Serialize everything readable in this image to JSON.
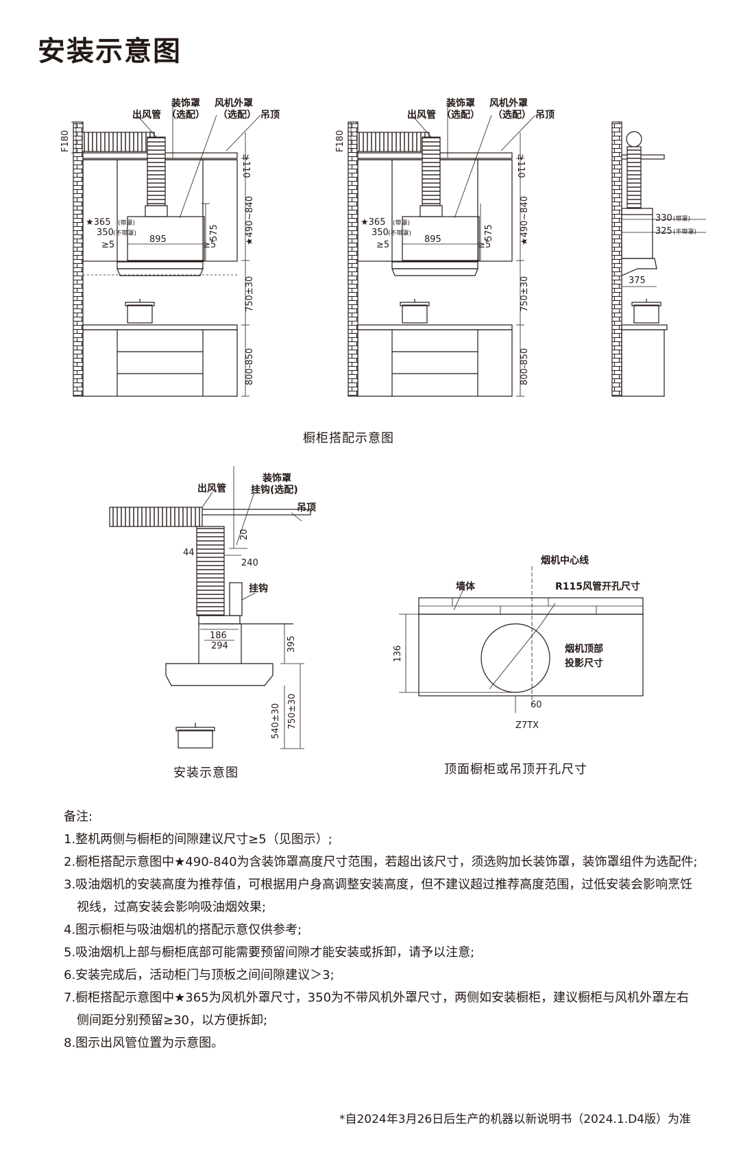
{
  "page": {
    "title": "安装示意图"
  },
  "diagram1": {
    "labels": {
      "duct": "出风管",
      "cover_line1": "装饰罩",
      "cover_line2": "（选配）",
      "fan_line1": "风机外罩",
      "fan_line2": "（选配）",
      "ceiling": "吊顶"
    },
    "dims": {
      "f180": "F180",
      "ge110": "≥110",
      "range": "★490~840",
      "d575": "575",
      "d365": "★365",
      "with_cover": "(带罩)",
      "d350": "350",
      "without_cover": "(不带罩)",
      "d895": "895",
      "gap_left": "≥5",
      "gap_right": "≥5",
      "install": "750±30",
      "counter": "800-850"
    },
    "side": {
      "d330": "330",
      "with_cover": "(带罩)",
      "d325": "325",
      "without_cover": "(不带罩)",
      "d375": "375"
    },
    "caption": "橱柜搭配示意图"
  },
  "diagram2": {
    "labels": {
      "duct": "出风管",
      "cover_line1": "装饰罩",
      "cover_line2": "挂钩(选配)",
      "ceiling": "吊顶",
      "hook": "挂钩"
    },
    "dims": {
      "d20": "20",
      "d44": "44",
      "d240": "240",
      "d186": "186",
      "d294": "294",
      "d395": "395",
      "d540": "540±30",
      "d750": "750±30"
    },
    "caption": "安装示意图"
  },
  "diagram3": {
    "labels": {
      "center": "烟机中心线",
      "wall": "墙体",
      "hole": "R115风管开孔尺寸",
      "proj_line1": "烟机顶部",
      "proj_line2": "投影尺寸",
      "model": "Z7TX"
    },
    "dims": {
      "d136": "136",
      "d60": "60"
    },
    "caption": "顶面橱柜或吊顶开孔尺寸"
  },
  "notes": {
    "heading": "备注:",
    "items": [
      "1.整机两侧与橱柜的间隙建议尺寸≥5（见图示）;",
      "2.橱柜搭配示意图中★490-840为含装饰罩高度尺寸范围，若超出该尺寸，须选购加长装饰罩，装饰罩组件为选配件;",
      "3.吸油烟机的安装高度为推荐值，可根据用户身高调整安装高度，但不建议超过推荐高度范围，过低安装会影响烹饪视线，过高安装会影响吸油烟效果;",
      "4.图示橱柜与吸油烟机的搭配示意仅供参考;",
      "5.吸油烟机上部与橱柜底部可能需要预留间隙才能安装或拆卸，请予以注意;",
      "6.安装完成后，活动柜门与顶板之间间隙建议＞3;",
      "7.橱柜搭配示意图中★365为风机外罩尺寸，350为不带风机外罩尺寸，两侧如安装橱柜，建议橱柜与风机外罩左右侧间距分别预留≥30，以方便拆卸;",
      "8.图示出风管位置为示意图。"
    ]
  },
  "footnote": "*自2024年3月26日后生产的机器以新说明书（2024.1.D4版）为准"
}
